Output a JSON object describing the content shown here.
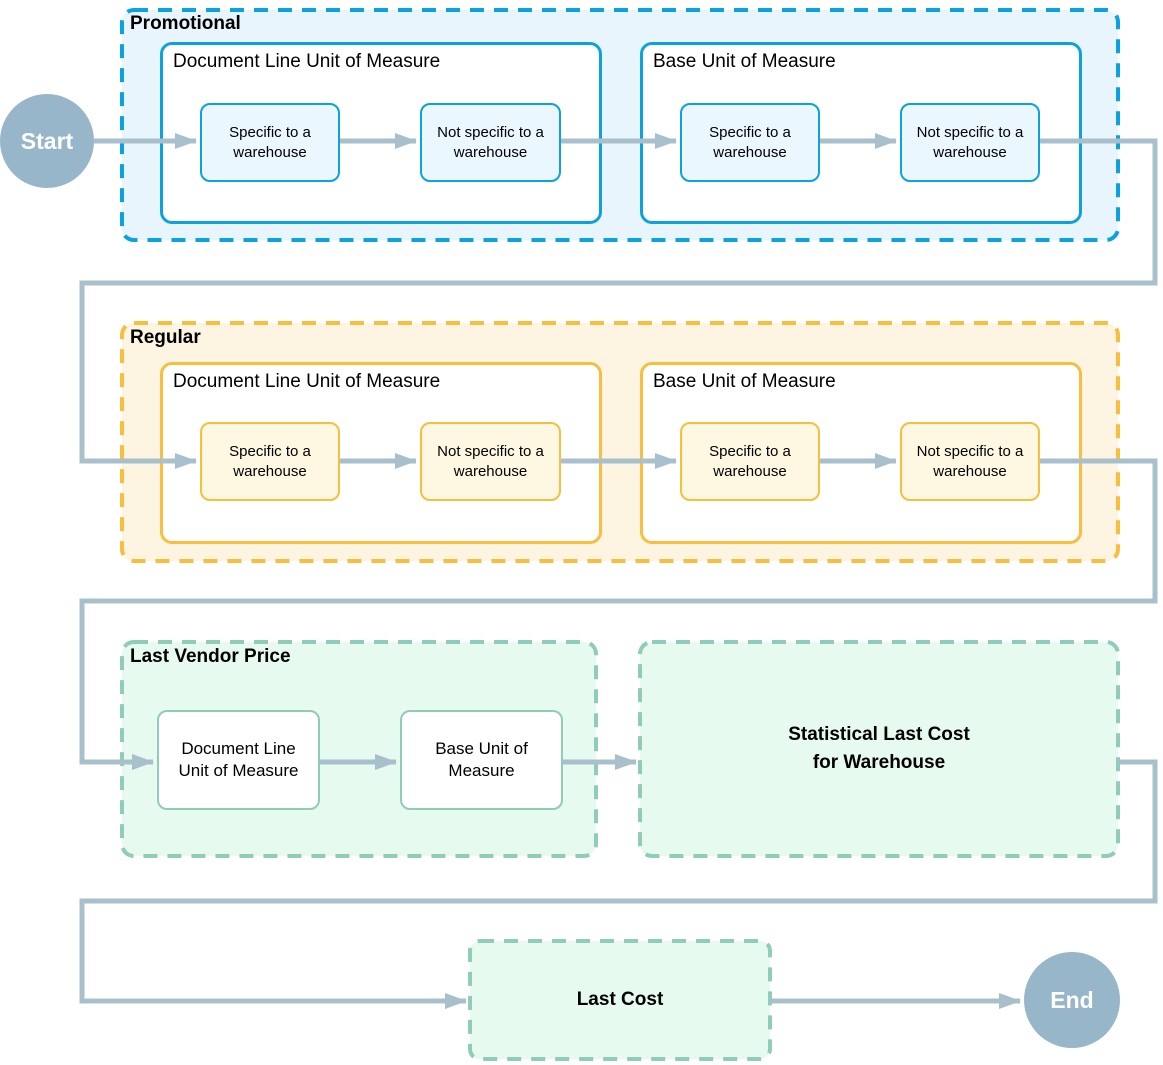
{
  "colors": {
    "arrow": "#A8BFCC",
    "terminal": "#98B6C9",
    "terminal_text": "#FFFFFF",
    "blue": "#0CA2E0",
    "blue_bg": "#E8F5FD",
    "blue_leaf_bg": "#EAF7FE",
    "yellow": "#F8BE3E",
    "yellow_bg": "#FDF5E1",
    "yellow_leaf_bg": "#FEF8E3",
    "teal": "#8FCCBA",
    "teal_bg": "#E6FAEF",
    "text": "#000000"
  },
  "terminals": {
    "start": "Start",
    "end": "End"
  },
  "sections": {
    "promotional": {
      "label": "Promotional",
      "containers": [
        {
          "label": "Document Line Unit of Measure",
          "leaves": [
            "Specific to a\nwarehouse",
            "Not specific to a\nwarehouse"
          ]
        },
        {
          "label": "Base Unit of Measure",
          "leaves": [
            "Specific to a\nwarehouse",
            "Not specific to a\nwarehouse"
          ]
        }
      ]
    },
    "regular": {
      "label": "Regular",
      "containers": [
        {
          "label": "Document Line Unit of Measure",
          "leaves": [
            "Specific to a\nwarehouse",
            "Not specific to a\nwarehouse"
          ]
        },
        {
          "label": "Base Unit of Measure",
          "leaves": [
            "Specific to a\nwarehouse",
            "Not specific to a\nwarehouse"
          ]
        }
      ]
    },
    "last_vendor_price": {
      "label": "Last Vendor Price",
      "leaves": [
        "Document Line\nUnit of Measure",
        "Base Unit of\nMeasure"
      ]
    },
    "statistical_last_cost": {
      "label": "Statistical Last Cost\nfor Warehouse"
    },
    "last_cost": {
      "label": "Last Cost"
    }
  }
}
